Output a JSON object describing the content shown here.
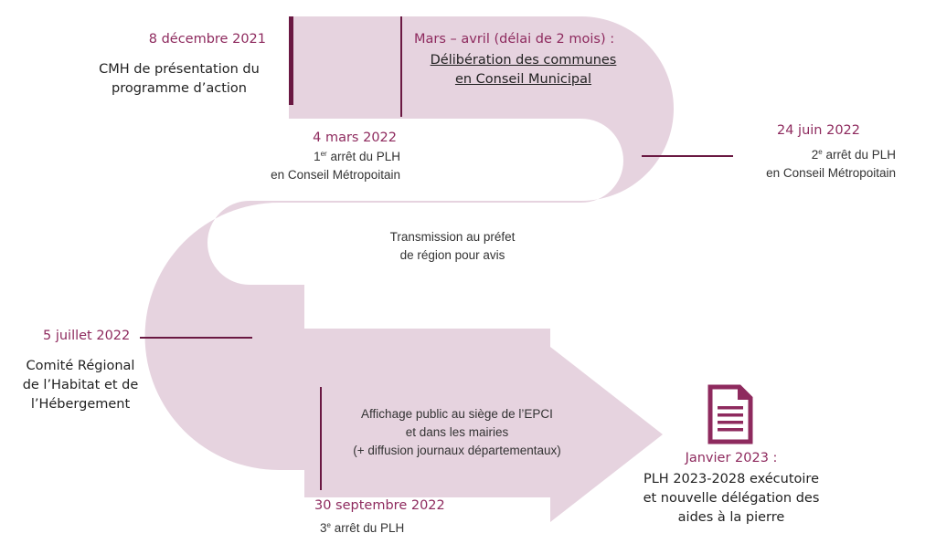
{
  "colors": {
    "band": "#e6d3df",
    "accent": "#8e2a5e",
    "marker": "#6a1842",
    "text": "#222222"
  },
  "milestones": {
    "m1": {
      "date": "8 décembre 2021",
      "line1": "CMH de présentation du",
      "line2": "programme d’action"
    },
    "m2": {
      "date": "4 mars 2022",
      "line1_num": "1",
      "line1_sup": "er",
      "line1_rest": " arrêt du PLH",
      "line2": "en Conseil Métropoitain"
    },
    "m3": {
      "date": "Mars – avril (délai de 2 mois) :",
      "line1": "Délibération des communes",
      "line2": "en Conseil Municipal"
    },
    "m4": {
      "date": "24 juin 2022",
      "line1_num": "2",
      "line1_sup": "e",
      "line1_rest": " arrêt du PLH",
      "line2": "en Conseil Métropoitain"
    },
    "m5": {
      "line1": "Transmission au préfet",
      "line2": "de région pour avis"
    },
    "m6": {
      "date": "5 juillet 2022",
      "line1": "Comité Régional",
      "line2": "de l’Habitat et de",
      "line3": "l’Hébergement"
    },
    "m7": {
      "line1": "Affichage public au siège de l’EPCI",
      "line2": "et dans les mairies",
      "line3": "(+ diffusion journaux départementaux)"
    },
    "m8": {
      "date": "30 septembre 2022",
      "line1_num": "3",
      "line1_sup": "e",
      "line1_rest": " arrêt du PLH"
    },
    "m9": {
      "date": "Janvier 2023 :",
      "line1": "PLH 2023-2028 exécutoire",
      "line2": "et nouvelle délégation des",
      "line3": "aides à la pierre"
    }
  },
  "icon": "document-icon"
}
